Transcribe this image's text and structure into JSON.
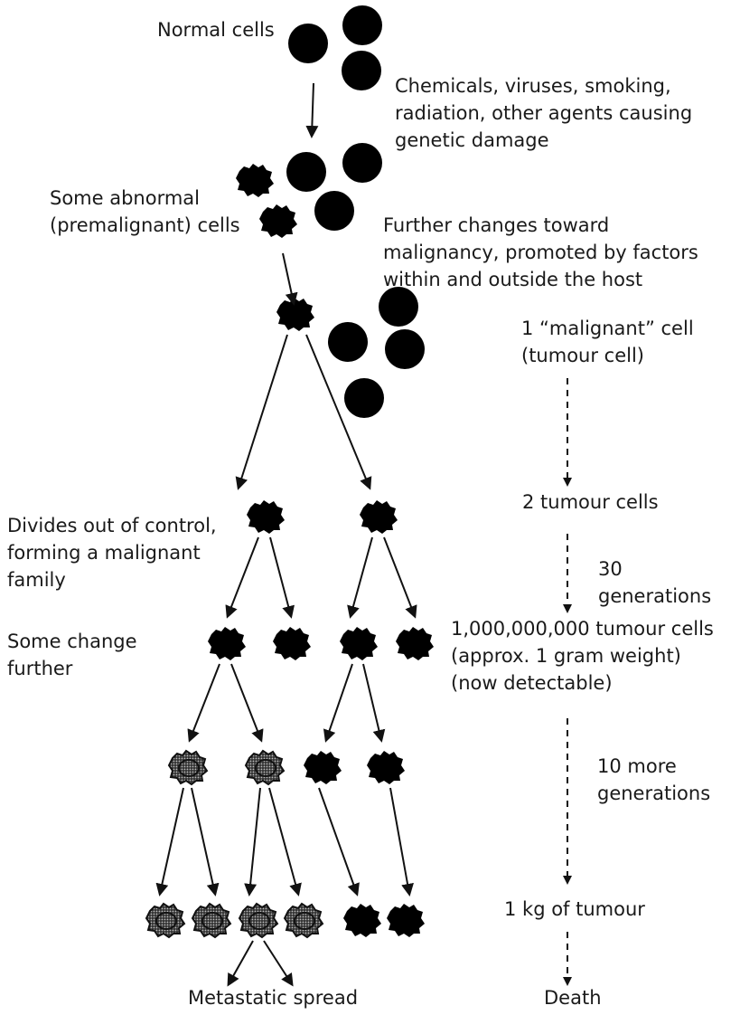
{
  "labels": {
    "normal_cells": "Normal cells",
    "agents": "Chemicals, viruses, smoking,\nradiation, other agents causing\ngenetic damage",
    "premalignant": "Some abnormal\n(premalignant) cells",
    "further_changes": "Further changes toward\nmalignancy, promoted by factors\nwithin and outside the host",
    "one_malignant": "1 “malignant” cell\n(tumour cell)",
    "two_tumour": "2 tumour cells",
    "divides": "Divides out of control,\nforming a malignant\nfamily",
    "thirty_generations": "30 generations",
    "some_change": "Some change\nfurther",
    "billion": "1,000,000,000 tumour cells\n(approx. 1 gram weight)\n(now detectable)",
    "ten_more": "10 more\ngenerations",
    "one_kg": "1 kg of tumour",
    "metastatic": "Metastatic spread",
    "death": "Death"
  },
  "icons": {
    "normal_cell": "normal-cell-icon",
    "abnormal_cell": "abnormal-cell-icon",
    "stippled_cell": "stippled-cell-icon"
  },
  "colors": {
    "ink": "#111111",
    "text": "#1a1a1a",
    "background": "#ffffff"
  }
}
